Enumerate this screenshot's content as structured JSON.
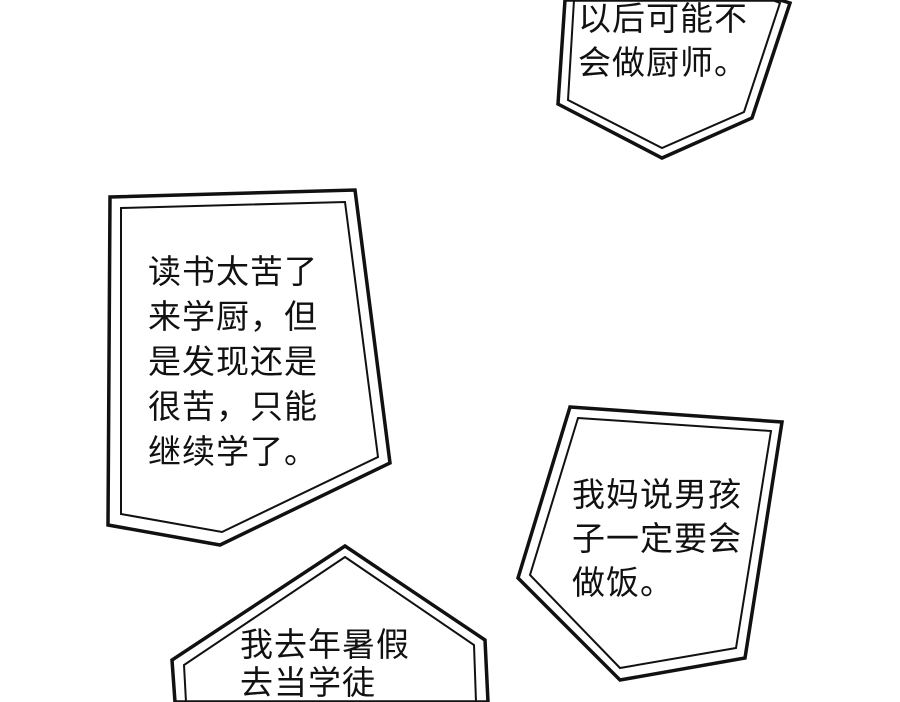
{
  "bubbles": [
    {
      "lines": [
        "以后可能不",
        "会做厨师。"
      ]
    },
    {
      "lines": [
        "读书太苦了",
        "来学厨，但",
        "是发现还是",
        "很苦，只能",
        "继续学了。"
      ]
    },
    {
      "lines": [
        "我妈说男孩",
        "子一定要会",
        "做饭。"
      ]
    },
    {
      "lines": [
        "我去年暑假",
        "去当学徒"
      ]
    }
  ],
  "colors": {
    "ink": "#111111",
    "background": "#ffffff"
  }
}
